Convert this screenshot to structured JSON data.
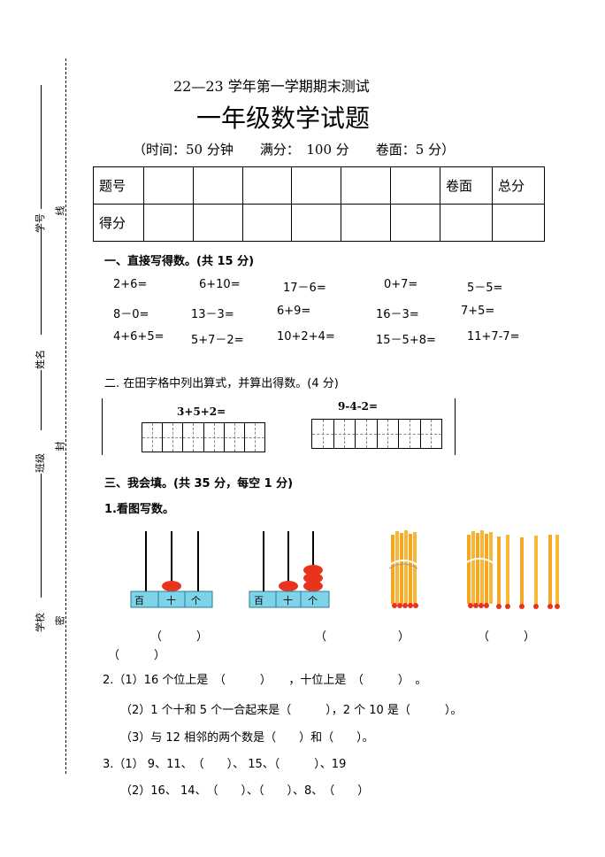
{
  "header": {
    "exam_line": "22—23 学年第一学期期末测试",
    "title": "一年级数学试题",
    "meta": "（时间：50 分钟　　满分：　100 分　　卷面：5 分）"
  },
  "binding_margin": {
    "labels": [
      "学号",
      "姓名",
      "班级",
      "学校"
    ],
    "seal_chars": [
      "线",
      "封",
      "密"
    ]
  },
  "score_table": {
    "row1": [
      "题号",
      "",
      "",
      "",
      "",
      "",
      "",
      "卷面",
      "总分"
    ],
    "row2": [
      "得分",
      "",
      "",
      "",
      "",
      "",
      "",
      "",
      ""
    ]
  },
  "section1": {
    "heading": "一、直接写得数。(共 15 分)",
    "rows": [
      [
        "2+6=",
        "6+10=",
        "17－6=",
        "0+7=",
        "5－5="
      ],
      [
        "8－0=",
        "13－3=",
        "6+9=",
        "16－3=",
        "7+5="
      ],
      [
        "4+6+5=",
        "5+7－2=",
        "10+2+4=",
        "15－5+8=",
        "11+7-7="
      ]
    ]
  },
  "section2": {
    "heading": "二. 在田字格中列出算式，并算出得数。(4 分)",
    "problems": [
      "3+5+2=",
      "9-4-2="
    ]
  },
  "section3": {
    "heading": "三、我会填。(共 35 分，每空 1 分)",
    "q1_title": "1.看图写数。",
    "abacus_labels": [
      "百",
      "十",
      "个"
    ],
    "paren": "（　　　）",
    "paren_open": "（",
    "paren_close": "）",
    "paren_extra": "（　　　）",
    "q2_1": "2.（1）16 个位上是　（　　　）　　，十位上是　（　　　）　。",
    "q2_2": "（2）1 个十和 5 个一合起来是（　　　），2 个 10 是（　　　）。",
    "q2_3": "（3）与 12 相邻的两个数是（　　）和（　　）。",
    "q3_1": "3.（1）  9、11、　（　　）、 15、（　　　）、19",
    "q3_2": "（2）16、  14、　（　　）、（　　）、8、　（　　）"
  },
  "colors": {
    "bead": "#e8341c",
    "stick": "#f5a623",
    "base": "#7fd3e8"
  }
}
